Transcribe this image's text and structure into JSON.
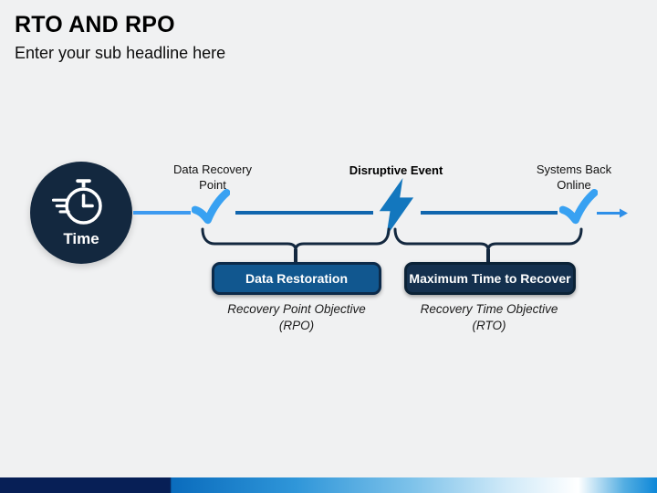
{
  "slide": {
    "title": "RTO AND RPO",
    "subtitle": "Enter your sub headline here"
  },
  "timeline": {
    "time_badge": "Time",
    "milestone_recovery_point": {
      "line1": "Data Recovery",
      "line2": "Point"
    },
    "milestone_disruptive_event": {
      "label": "Disruptive Event"
    },
    "milestone_systems_online": {
      "line1": "Systems Back",
      "line2": "Online"
    }
  },
  "spans": {
    "rpo": {
      "button": "Data Restoration",
      "caption_line1": "Recovery Point Objective",
      "caption_line2": "(RPO)"
    },
    "rto": {
      "button": "Maximum Time to Recover",
      "caption_line1": "Recovery Time Objective",
      "caption_line2": "(RTO)"
    }
  },
  "icons": {
    "stopwatch": "stopwatch-icon",
    "checkmark": "checkmark-icon",
    "lightning": "lightning-bolt-icon",
    "arrow": "arrow-right-icon"
  },
  "colors": {
    "background": "#F0F1F2",
    "navy": "#13283F",
    "button_blue": "#11578F",
    "button_dark_navy": "#14304E",
    "checkmark_blue": "#38A1F2",
    "line_light_blue": "#3D9AF0",
    "line_dark_blue": "#1166AE",
    "bolt_blue": "#1377BE",
    "footer_navy": "#071F56",
    "footer_blue": "#0D87D8"
  }
}
